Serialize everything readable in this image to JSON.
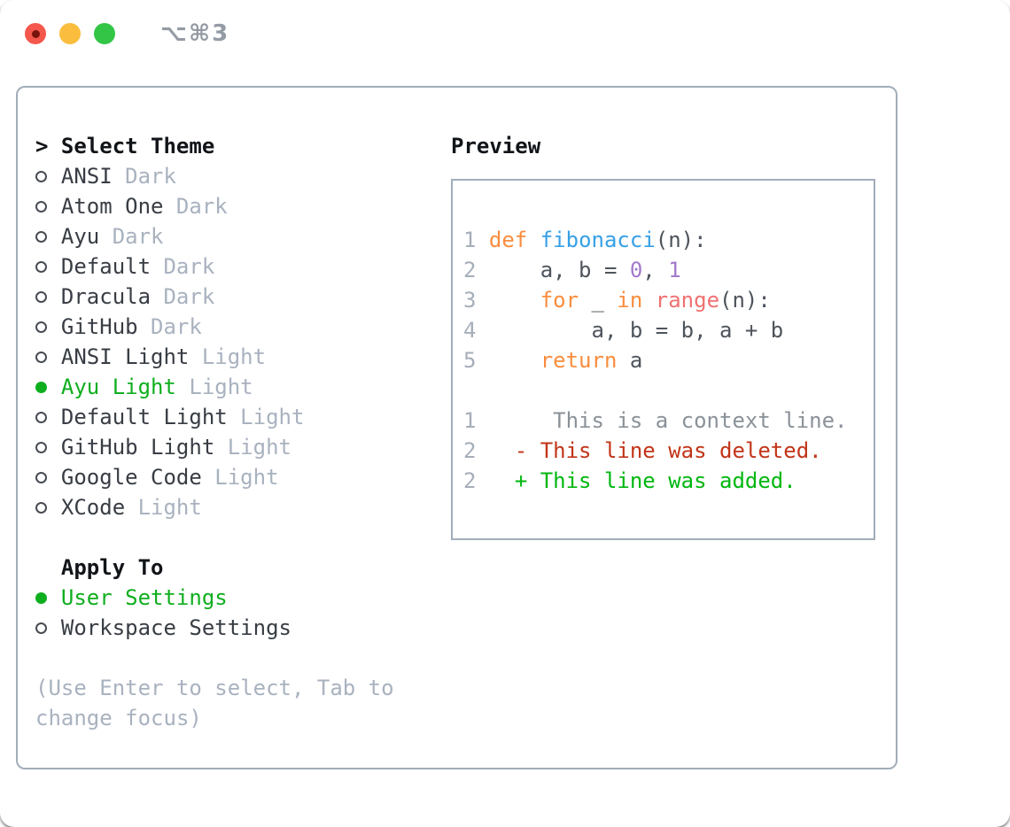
{
  "titlebar": {
    "title": "⌥⌘3"
  },
  "sidebar": {
    "header": {
      "prompt": ">",
      "label": "Select Theme"
    },
    "themes": [
      {
        "name": "ANSI",
        "variant": "Dark",
        "selected": false
      },
      {
        "name": "Atom One",
        "variant": "Dark",
        "selected": false
      },
      {
        "name": "Ayu",
        "variant": "Dark",
        "selected": false
      },
      {
        "name": "Default",
        "variant": "Dark",
        "selected": false
      },
      {
        "name": "Dracula",
        "variant": "Dark",
        "selected": false
      },
      {
        "name": "GitHub",
        "variant": "Dark",
        "selected": false
      },
      {
        "name": "ANSI Light",
        "variant": "Light",
        "selected": false
      },
      {
        "name": "Ayu Light",
        "variant": "Light",
        "selected": true
      },
      {
        "name": "Default Light",
        "variant": "Light",
        "selected": false
      },
      {
        "name": "GitHub Light",
        "variant": "Light",
        "selected": false
      },
      {
        "name": "Google Code",
        "variant": "Light",
        "selected": false
      },
      {
        "name": "XCode",
        "variant": "Light",
        "selected": false
      }
    ],
    "apply": {
      "header": "Apply To",
      "options": [
        {
          "label": "User Settings",
          "selected": true
        },
        {
          "label": "Workspace Settings",
          "selected": false
        }
      ]
    },
    "hint": "(Use Enter to select, Tab to change focus)"
  },
  "preview": {
    "header": "Preview",
    "code_lines": [
      {
        "n": "1",
        "seg": [
          [
            "pl",
            " "
          ],
          [
            "kw",
            "def"
          ],
          [
            "pl",
            " "
          ],
          [
            "fn",
            "fibonacci"
          ],
          [
            "pl",
            "(n):"
          ]
        ]
      },
      {
        "n": "2",
        "seg": [
          [
            "pl",
            "     a, b = "
          ],
          [
            "nu",
            "0"
          ],
          [
            "pl",
            ", "
          ],
          [
            "nu",
            "1"
          ]
        ]
      },
      {
        "n": "3",
        "seg": [
          [
            "pl",
            "     "
          ],
          [
            "kw",
            "for"
          ],
          [
            "pl",
            " _ "
          ],
          [
            "kw",
            "in"
          ],
          [
            "pl",
            " "
          ],
          [
            "ca",
            "range"
          ],
          [
            "pl",
            "(n):"
          ]
        ]
      },
      {
        "n": "4",
        "seg": [
          [
            "pl",
            "         a, b = b, a + b"
          ]
        ]
      },
      {
        "n": "5",
        "seg": [
          [
            "pl",
            "     "
          ],
          [
            "kw",
            "return"
          ],
          [
            "pl",
            " a"
          ]
        ]
      },
      {
        "n": "",
        "seg": []
      },
      {
        "n": "1",
        "seg": [
          [
            "cx",
            "      This is a context line."
          ]
        ]
      },
      {
        "n": "2",
        "seg": [
          [
            "pl",
            "   "
          ],
          [
            "de",
            "- This line was deleted."
          ]
        ]
      },
      {
        "n": "2",
        "seg": [
          [
            "pl",
            "   "
          ],
          [
            "ad",
            "+ This line was added."
          ]
        ]
      }
    ]
  },
  "colors": {
    "selected_green": "#0fae1f",
    "added_green": "#00b70f",
    "deleted_red": "#c23418",
    "context_gray": "#8a9198",
    "keyword_orange": "#f98d3e",
    "function_blue": "#36a0e6",
    "number_purple": "#a37acc",
    "call_coral": "#f07171",
    "code_text": "#4e545c",
    "line_number_gray": "#a5aeb9",
    "muted_gray": "#a9b2bf",
    "panel_border": "#a2adba",
    "title_gray": "#949ba4",
    "traffic_red": "#f4574c",
    "traffic_yellow": "#fabd3e",
    "traffic_green": "#32c546"
  }
}
